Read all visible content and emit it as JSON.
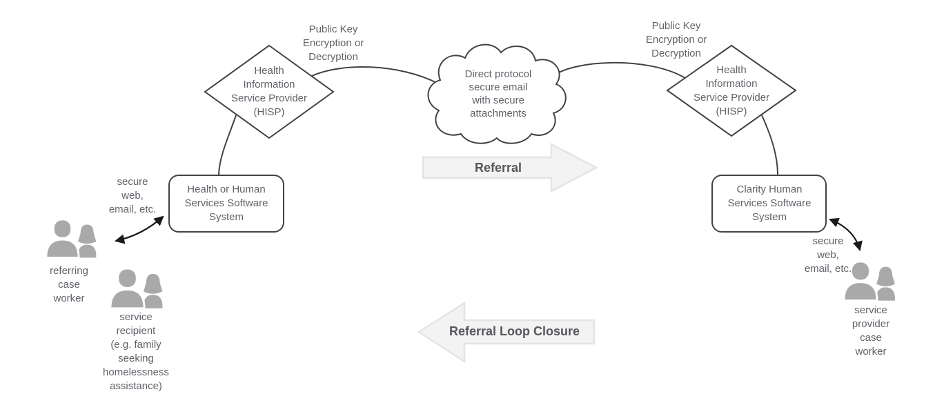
{
  "diagram": {
    "type": "referral-flow-diagram",
    "colors": {
      "shape_stroke": "#424242",
      "text": "#5f6368",
      "actor_icon": "#a9a9a9",
      "flow_arrow_fill": "#f3f3f3",
      "flow_arrow_stroke": "#e4e4e4",
      "connector_arrow": "#1a1a1a"
    }
  },
  "nodes": {
    "hisp_left": {
      "shape": "diamond",
      "label": "Health\nInformation\nService Provider\n(HISP)"
    },
    "cloud": {
      "shape": "cloud",
      "label": "Direct protocol\nsecure email\nwith secure\nattachments"
    },
    "hisp_right": {
      "shape": "diamond",
      "label": "Health\nInformation\nService Provider\n(HISP)"
    },
    "system_left": {
      "shape": "rounded-box",
      "label": "Health or Human\nServices Software\nSystem"
    },
    "system_right": {
      "shape": "rounded-box",
      "label": "Clarity Human\nServices Software\nSystem"
    }
  },
  "edge_labels": {
    "public_key_left": "Public Key\nEncryption or\nDecryption",
    "public_key_right": "Public Key\nEncryption or\nDecryption",
    "secure_channel_left": "secure\nweb,\nemail, etc.",
    "secure_channel_right": "secure\nweb,\nemail, etc."
  },
  "flows": {
    "referral": {
      "label": "Referral",
      "direction": "right"
    },
    "referral_loop_closure": {
      "label": "Referral Loop Closure",
      "direction": "left"
    }
  },
  "actors": {
    "referring_case_worker": {
      "icon": "people-icon",
      "label": "referring\ncase\nworker"
    },
    "service_recipient": {
      "icon": "people-icon",
      "label": "service\nrecipient\n(e.g. family\nseeking\nhomelessness\nassistance)"
    },
    "service_provider_case_worker": {
      "icon": "people-icon",
      "label": "service\nprovider\ncase\nworker"
    }
  }
}
